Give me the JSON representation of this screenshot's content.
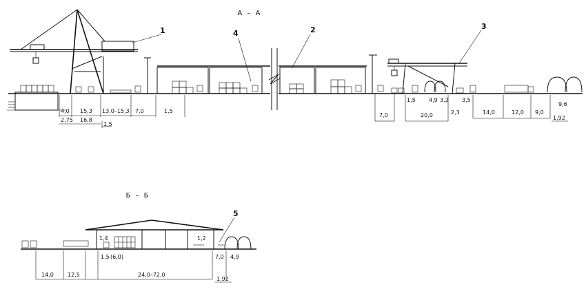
{
  "sections": {
    "aa": {
      "title": "А – А",
      "callouts": [
        "1",
        "4",
        "2",
        "3"
      ],
      "dims": [
        "4,0",
        "15,3",
        "13,0–15,3",
        "7,0",
        "1,5",
        "2,75",
        "16,8",
        "1,5",
        "7,0",
        "1,5",
        "4,9",
        "3,2",
        "20,0",
        "2,3",
        "3,5",
        "14,0",
        "12,0",
        "9,0",
        "9,6",
        "1,92"
      ]
    },
    "bb": {
      "title": "Б – Б",
      "callouts": [
        "5"
      ],
      "dims": [
        "1,4",
        "1,2",
        "1,5",
        "(6,0)",
        "7,0",
        "4,9",
        "14,0",
        "12,5",
        "24,0–72,0",
        "1,92"
      ]
    }
  }
}
